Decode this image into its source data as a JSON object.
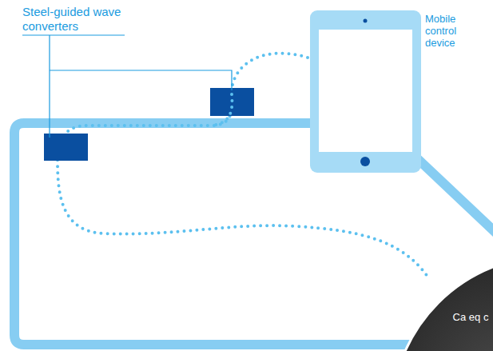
{
  "diagram": {
    "nodes": [
      {
        "text": [
          "Mobile control device"
        ]
      }
    ],
    "labels": [
      "Steel-guided wave converters",
      "Ca eq c"
    ]
  }
}
